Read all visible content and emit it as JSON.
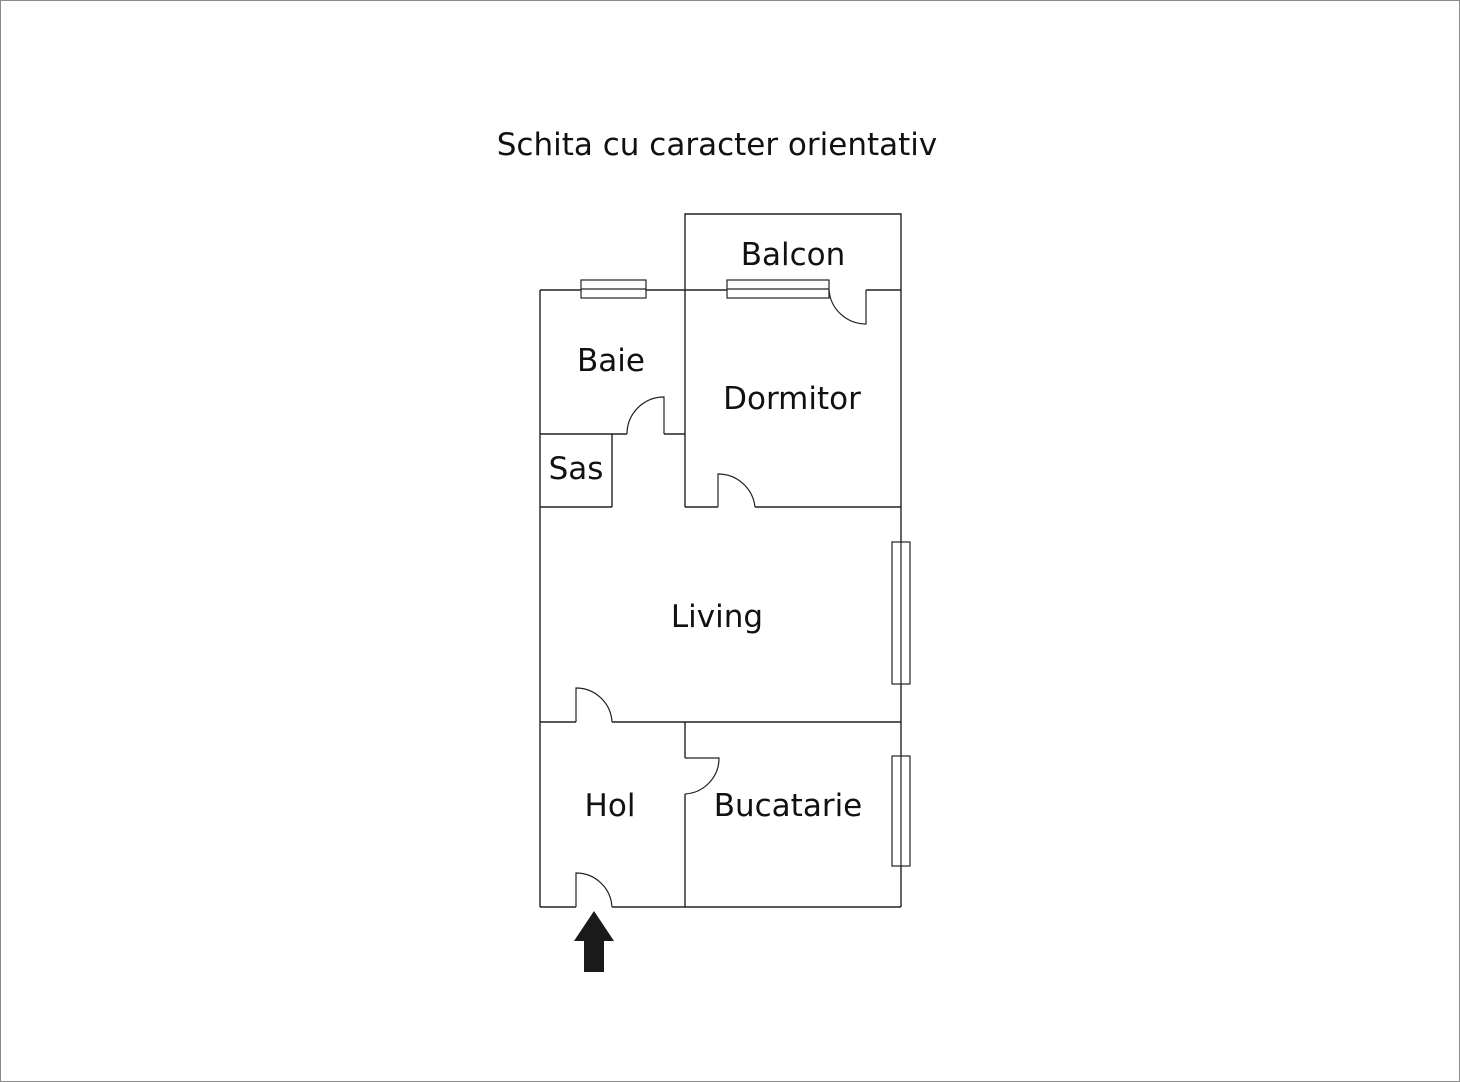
{
  "title": "Schita cu caracter orientativ",
  "rooms": {
    "balcon": "Balcon",
    "baie": "Baie",
    "dormitor": "Dormitor",
    "sas": "Sas",
    "living": "Living",
    "hol": "Hol",
    "bucatarie": "Bucatarie"
  },
  "colors": {
    "line": "#222222",
    "text": "#111111",
    "arrow": "#1a1a1a"
  },
  "icons": {
    "entrance": "arrow-up-icon"
  }
}
